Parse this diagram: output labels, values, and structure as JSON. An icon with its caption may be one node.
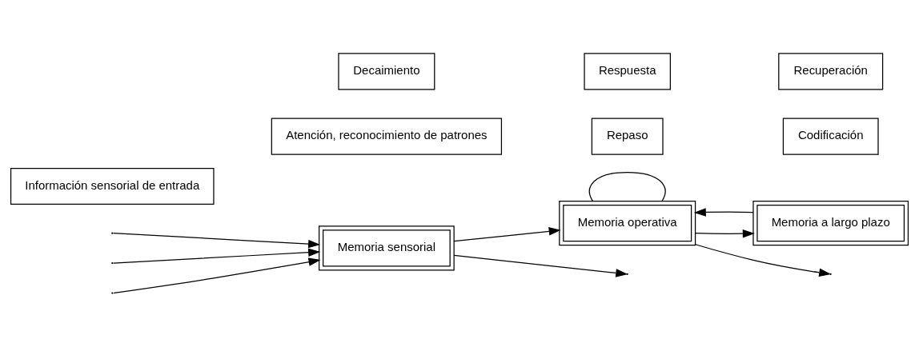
{
  "diagram": {
    "nodes": [
      {
        "text": [
          "Información sensorial de entrada"
        ]
      },
      {
        "text": [
          "Repaso"
        ]
      },
      {
        "text": [
          "Atención, reconocimiento de patrones"
        ]
      },
      {
        "text": [
          "Codificación"
        ]
      },
      {
        "text": [
          "Memoria sensorial"
        ]
      },
      {
        "text": [
          "Memoria operativa"
        ]
      },
      {
        "text": [
          "Memoria a largo plazo"
        ]
      },
      {
        "text": [
          "Recuperación"
        ]
      },
      {
        "text": [
          "Decaimiento"
        ]
      },
      {
        "text": [
          "Respuesta"
        ]
      }
    ],
    "edges": [
      {
        "from": null,
        "to": 4,
        "arrow": "to"
      },
      {
        "from": null,
        "to": 4,
        "arrow": "to"
      },
      {
        "from": null,
        "to": 4,
        "arrow": "to"
      },
      {
        "from": 4,
        "to": 5,
        "arrow": "to"
      },
      {
        "from": 5,
        "to": 6,
        "arrow": "to"
      },
      {
        "from": 6,
        "to": 5,
        "arrow": "to"
      },
      {
        "from": 4,
        "to": null,
        "arrow": "to"
      },
      {
        "from": 5,
        "to": null,
        "arrow": "to"
      },
      {
        "from": 5,
        "to": 5,
        "arrow": "none"
      }
    ]
  }
}
